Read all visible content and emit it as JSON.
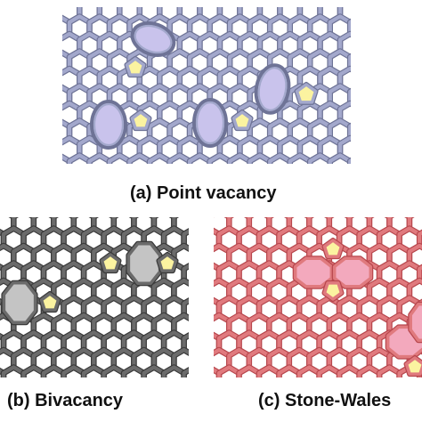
{
  "panels": [
    {
      "id": "a",
      "caption": "(a) Point vacancy",
      "colors": {
        "bond": "#a3a8cc",
        "bond_dark": "#6e7396",
        "defect": "#c9c3ec",
        "pentagon": "#fbf3a0"
      }
    },
    {
      "id": "b",
      "caption": "(b) Bivacancy",
      "colors": {
        "bond": "#6b6b6b",
        "bond_dark": "#3b3b3b",
        "defect": "#c4c4c4",
        "pentagon": "#fbf3a0"
      }
    },
    {
      "id": "c",
      "caption": "(c) Stone-Wales",
      "colors": {
        "bond": "#e07a7e",
        "bond_dark": "#b8484e",
        "defect": "#f3a9bd",
        "pentagon": "#fbf3a0"
      }
    }
  ]
}
